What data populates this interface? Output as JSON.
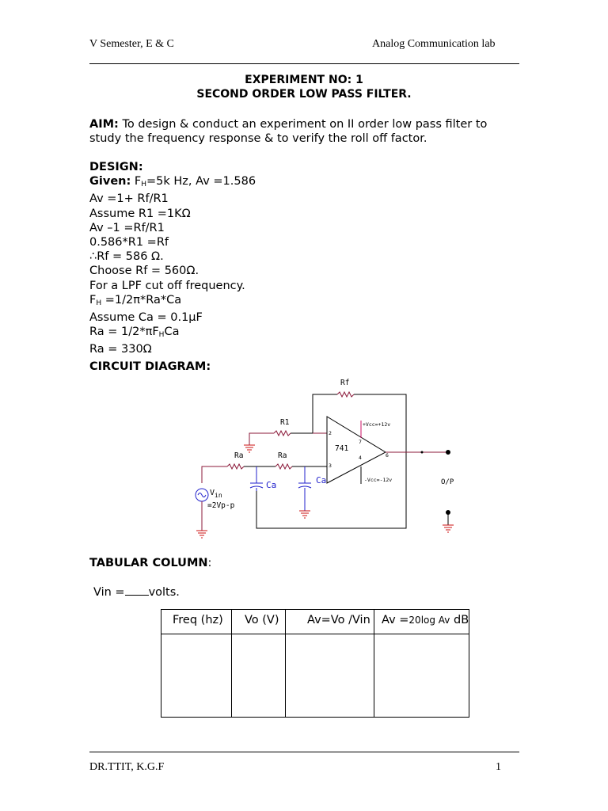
{
  "header": {
    "left": "V Semester, E & C",
    "right": "Analog Communication lab"
  },
  "title": {
    "line1": "EXPERIMENT NO: 1",
    "line2": "SECOND ORDER LOW PASS FILTER."
  },
  "aim": {
    "label": "AIM:",
    "line1": " To design & conduct an experiment on II order low pass filter to",
    "line2": "study the frequency response & to verify the roll off factor."
  },
  "design": {
    "heading": "DESIGN:",
    "given_label": "Given:",
    "given_f": "F",
    "given_sub": "H",
    "given_rest": "=5k Hz, Av =1.586",
    "lines": [
      "Av =1+ Rf/R1",
      "Assume R1 =1KΩ",
      "Av –1 =Rf/R1",
      "0.586*R1 =Rf",
      "∴Rf = 586 Ω.",
      "Choose Rf = 560Ω.",
      "For a LPF cut off frequency."
    ],
    "fh_f": "F",
    "fh_sub": "H",
    "fh_rest": " =1/2π*Ra*Ca",
    "assume_ca": "Assume Ca = 0.1μF",
    "ra_pre": "Ra = 1/2*πF",
    "ra_sub": "H",
    "ra_post": "Ca",
    "ra_val": "Ra = 330Ω"
  },
  "circuit": {
    "heading": "CIRCUIT DIAGRAM:",
    "rf": "Rf",
    "r1": "R1",
    "ra1": "Ra",
    "ra2": "Ra",
    "ca1": "Ca",
    "ca2": "Ca",
    "opamp": "741",
    "vcc_pos": "+Vcc=+12v",
    "vcc_neg": "-Vcc=-12v",
    "pin2": "2",
    "pin3": "3",
    "pin7": "7",
    "pin4": "4",
    "pin6": "6",
    "vin_v": "V",
    "vin_sub": "in",
    "vin_amp": "=2Vp-p",
    "output": "O/P",
    "colors": {
      "wire": "#000000",
      "resistor": "#8b1a3a",
      "capacitor": "#2222cc",
      "ground": "#cc1111",
      "vcc_line": "#cc1166"
    }
  },
  "tabular": {
    "heading": "TABULAR COLUMN",
    "colon": ":",
    "vin_pre": "Vin =",
    "vin_post": "volts.",
    "columns": [
      "Freq (hz)",
      "Vo (V)",
      "Av=Vo /Vin",
      "Av ="
    ],
    "col4_log": "20log Av",
    "col4_unit": " dB"
  },
  "footer": {
    "left": "DR.TTIT, K.G.F",
    "right": "1"
  }
}
